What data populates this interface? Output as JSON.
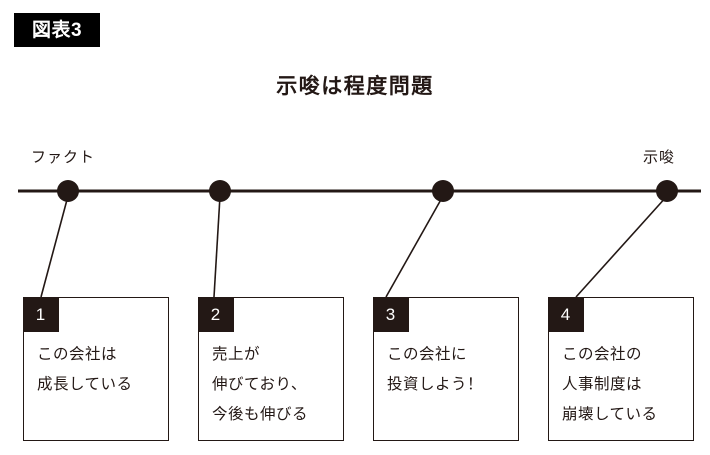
{
  "figure": {
    "badge_label": "図表3",
    "title": "示唆は程度問題"
  },
  "axis": {
    "left_label": "ファクト",
    "right_label": "示唆",
    "line_color": "#231815",
    "node_color": "#231815"
  },
  "nodes": [
    {
      "number": "1",
      "lines": [
        "この会社は",
        "成長している"
      ]
    },
    {
      "number": "2",
      "lines": [
        "売上が",
        "伸びており、",
        "今後も伸びる"
      ]
    },
    {
      "number": "3",
      "lines": [
        "この会社に",
        "投資しよう！"
      ]
    },
    {
      "number": "4",
      "lines": [
        "この会社の",
        "人事制度は",
        "崩壊している"
      ]
    }
  ],
  "chart_data": {
    "type": "scatter",
    "title": "示唆は程度問題",
    "xlabel": "",
    "ylabel": "",
    "axis_left_label": "ファクト",
    "axis_right_label": "示唆",
    "grid": false,
    "legend_position": "none",
    "categories": [
      "1",
      "2",
      "3",
      "4"
    ],
    "x": [
      68,
      220,
      443,
      667
    ],
    "values": [
      68,
      220,
      443,
      667
    ],
    "annotations": [
      "この会社は 成長している",
      "売上が 伸びており、 今後も伸びる",
      "この会社に 投資しよう！",
      "この会社の 人事制度は 崩壊している"
    ]
  }
}
